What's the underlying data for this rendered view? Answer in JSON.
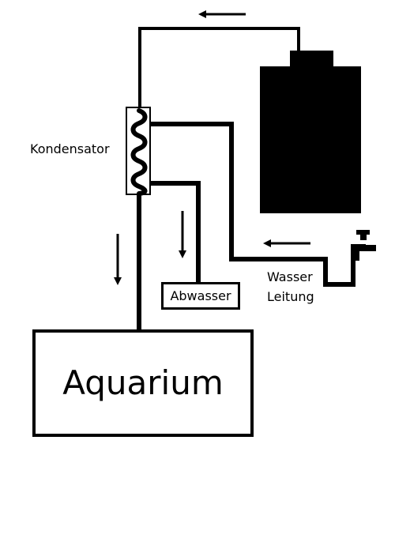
{
  "labels": {
    "kondensator": "Kondensator",
    "abwasser": "Abwasser",
    "aquarium": "Aquarium",
    "wasser_leitung_line1": "Wasser",
    "wasser_leitung_line2": "Leitung"
  },
  "colors": {
    "stroke": "#000000",
    "background": "#ffffff"
  }
}
